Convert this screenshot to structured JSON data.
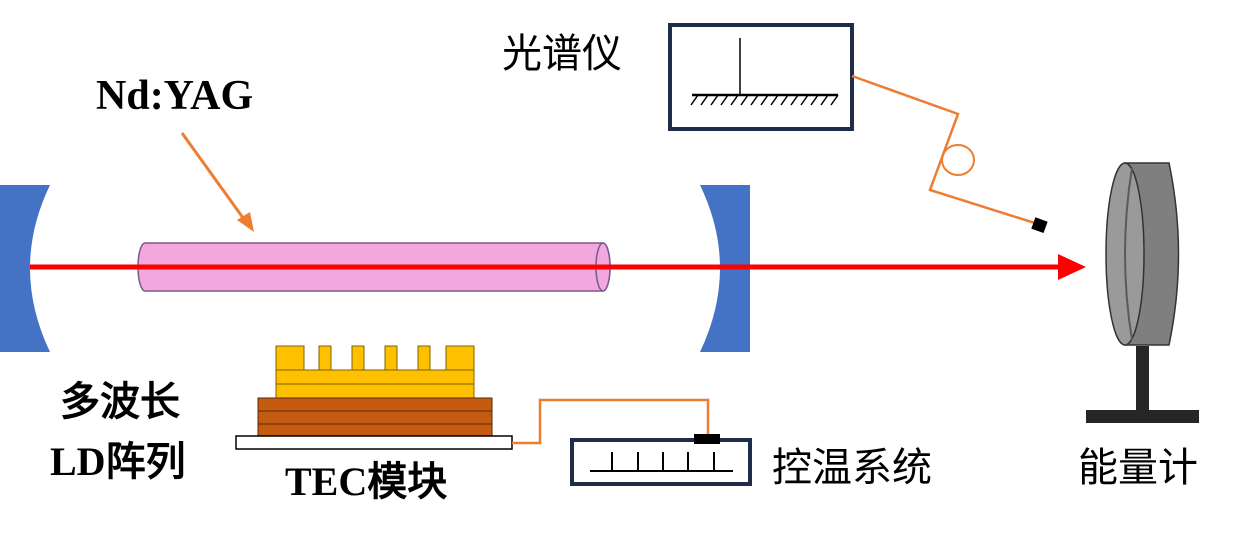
{
  "labels": {
    "crystal": "Nd:YAG",
    "spectrometer": "光谱仪",
    "ld_array_line1": "多波长",
    "ld_array_line2": "LD阵列",
    "tec_module": "TEC模块",
    "temp_control": "控温系统",
    "energy_meter": "能量计"
  },
  "colors": {
    "mirror": "#4472C4",
    "laser_beam": "#FF0000",
    "crystal_fill": "#F2A7DF",
    "crystal_stroke": "#7A5A8C",
    "connector_line": "#ED7D31",
    "ld_gold": "#FFC000",
    "ld_copper": "#C55A11",
    "box_stroke": "#1F2D4A",
    "meter_body": "#7F7F7F",
    "meter_stand": "#262626"
  }
}
